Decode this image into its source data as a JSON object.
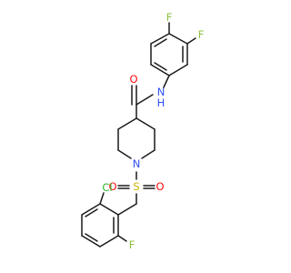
{
  "colors": {
    "bond": "#1a1a1a",
    "carbon_text": "#1a1a1a",
    "nitrogen": "#3050f8",
    "oxygen": "#ff0d0d",
    "sulfur": "#c8b400",
    "fluorine": "#90c040",
    "chlorine": "#2eb82e"
  },
  "atoms": {
    "f_top": "F",
    "f_meta": "F",
    "nh": "N",
    "nh_h": "H",
    "carbonyl_o": "O",
    "ring_n": "N",
    "sulfur": "S",
    "sulfonyl_o_left": "O",
    "sulfonyl_o_right": "O",
    "cl": "Cl",
    "f_bottom": "F"
  }
}
